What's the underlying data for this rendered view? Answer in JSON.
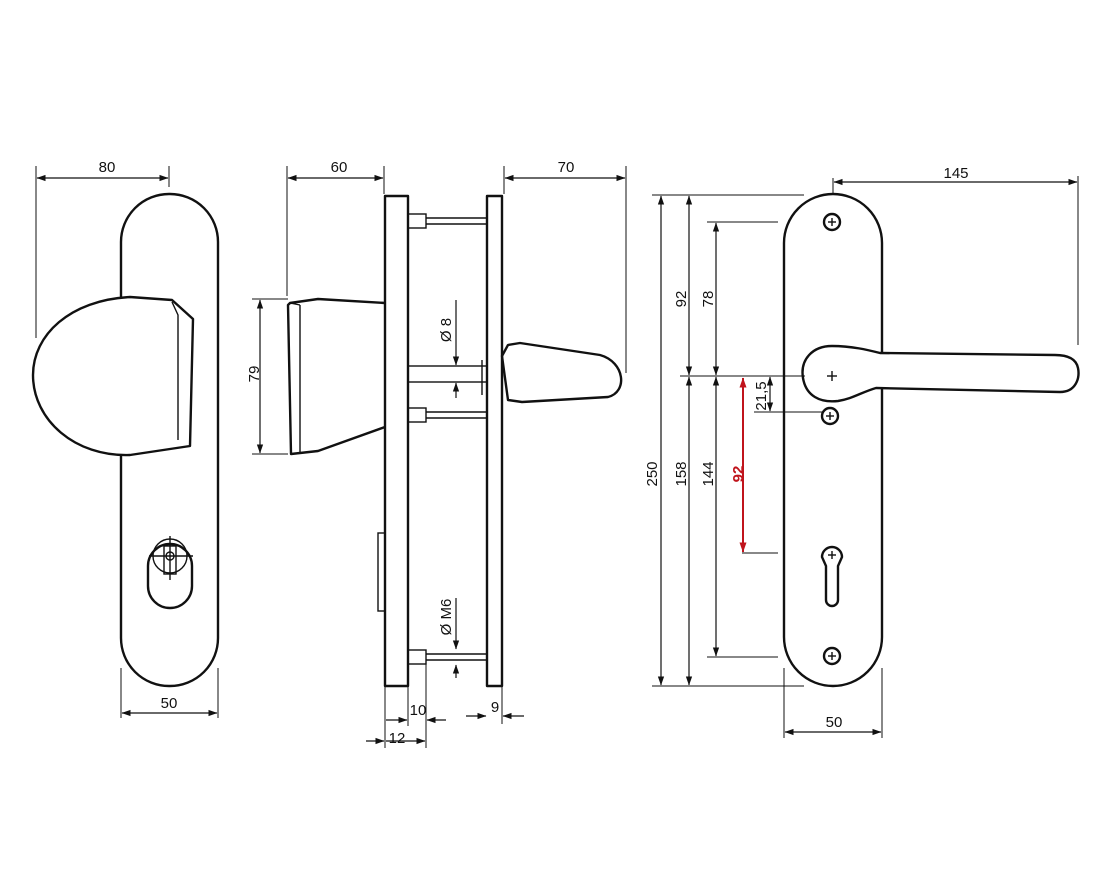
{
  "colors": {
    "line": "#111111",
    "highlight": "#c0141c",
    "background": "#ffffff"
  },
  "knob_view": {
    "dim_width_overall": "80",
    "dim_plate_width": "50"
  },
  "side_view": {
    "dim_knob_projection": "60",
    "dim_lever_projection": "70",
    "dim_knob_height": "79",
    "dim_spindle_dia": "Ø 8",
    "dim_screw_dia": "Ø M6",
    "dim_10": "10",
    "dim_12": "12",
    "dim_9": "9"
  },
  "lever_view": {
    "dim_lever_length": "145",
    "dim_height_total": "250",
    "dim_92_upper": "92",
    "dim_78": "78",
    "dim_158": "158",
    "dim_144": "144",
    "dim_21_5": "21,5",
    "dim_92_red": "92",
    "dim_plate_width": "50"
  }
}
